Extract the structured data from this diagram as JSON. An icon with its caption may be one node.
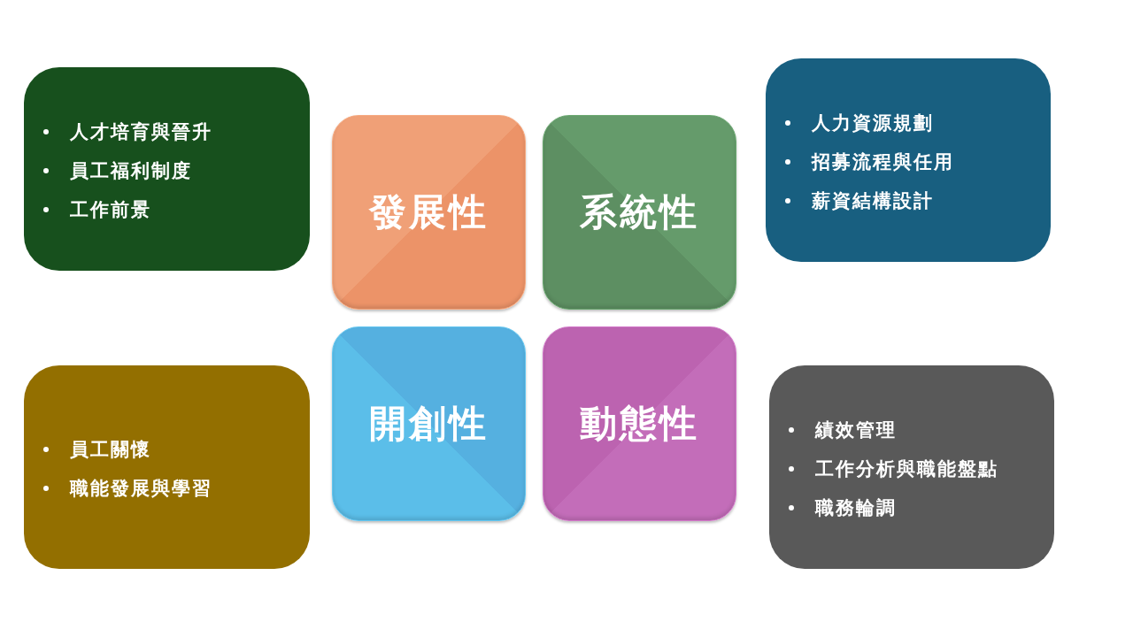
{
  "diagram": {
    "nodes": [
      {
        "text": [
          "人才培育與晉升",
          "員工福利制度",
          "工作前景"
        ]
      },
      {
        "text": [
          "發展性"
        ]
      },
      {
        "text": [
          "系統性"
        ]
      },
      {
        "text": [
          "人力資源規劃",
          "招募流程與任用",
          "薪資結構設計"
        ]
      },
      {
        "text": [
          "員工關懷",
          "職能發展與學習"
        ]
      },
      {
        "text": [
          "開創性"
        ]
      },
      {
        "text": [
          "動態性"
        ]
      },
      {
        "text": [
          "績效管理",
          "工作分析與職能盤點",
          "職務輪調"
        ]
      }
    ]
  }
}
